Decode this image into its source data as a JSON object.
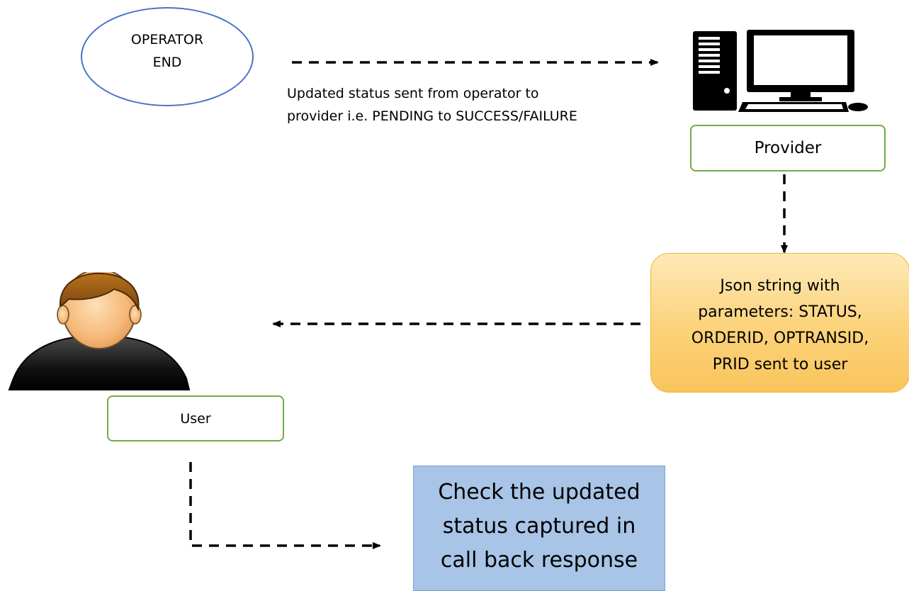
{
  "operator": {
    "label": "OPERATOR\nEND"
  },
  "status_note": {
    "text": "Updated status sent from operator to\nprovider i.e. PENDING to SUCCESS/FAILURE"
  },
  "provider": {
    "label": "Provider",
    "icon": "desktop-computer-icon"
  },
  "json_box": {
    "text": "Json string with\nparameters: STATUS,\nORDERID, OPTRANSID,\nPRID sent to user"
  },
  "user": {
    "label": "User",
    "icon": "user-avatar-icon"
  },
  "check_box": {
    "text": "Check the updated\nstatus captured in\ncall back response"
  },
  "colors": {
    "operator_border": "#4a72c4",
    "green_border": "#6eac46",
    "json_fill": "#fcd27a",
    "json_border": "#f0b733",
    "check_fill": "#a8c4e6"
  }
}
